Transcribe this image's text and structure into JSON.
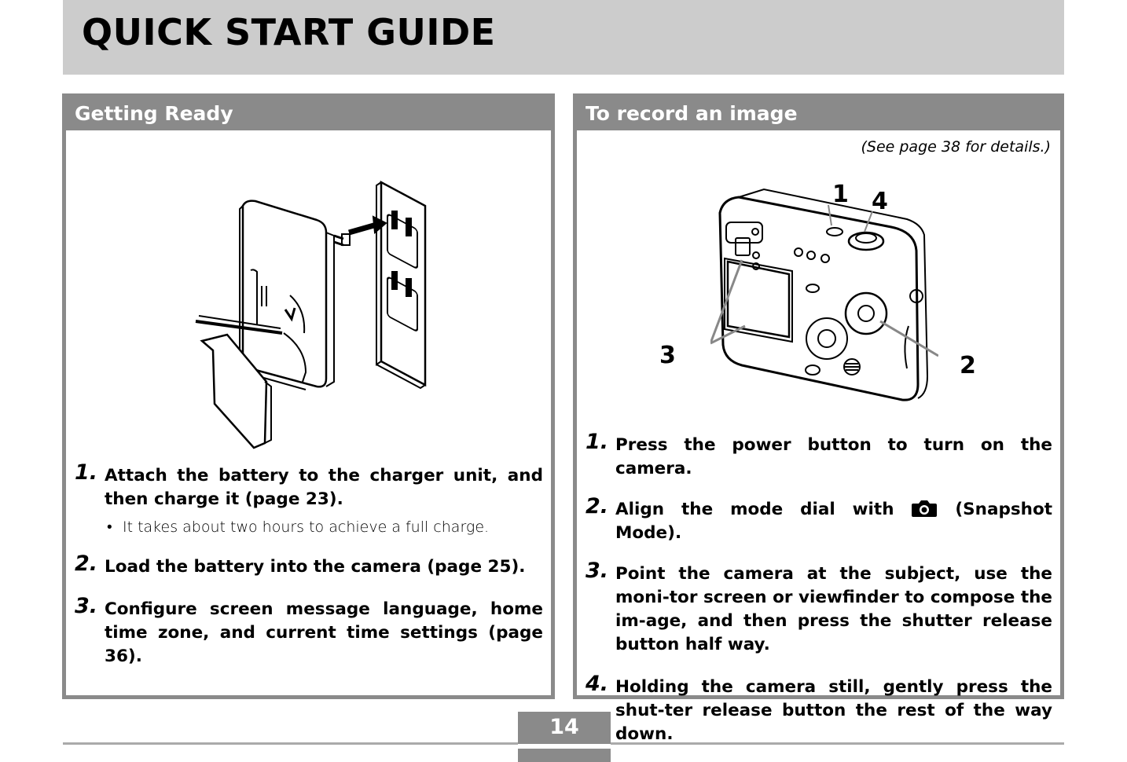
{
  "title": "QUICK START GUIDE",
  "left_panel": {
    "header": "Getting Ready",
    "steps": [
      {
        "num": "1.",
        "text": "Attach the battery to the charger unit, and then charge it (page 23).",
        "note": "It takes about two hours to achieve a full charge."
      },
      {
        "num": "2.",
        "text": "Load the battery into the camera (page 25)."
      },
      {
        "num": "3.",
        "text": "Configure screen message language, home time zone, and current time settings (page 36)."
      }
    ]
  },
  "right_panel": {
    "header": "To record an image",
    "see_page": "(See page 38 for details.)",
    "callouts": [
      "1",
      "4",
      "3",
      "2"
    ],
    "steps": [
      {
        "num": "1.",
        "text": "Press the power button to turn on the camera."
      },
      {
        "num": "2.",
        "text_before": "Align the mode dial with ",
        "text_after": " (Snapshot Mode).",
        "icon": "camera-icon"
      },
      {
        "num": "3.",
        "text": "Point the camera at the subject, use the moni-tor screen or viewfinder to compose the im-age, and then press the shutter release button half way."
      },
      {
        "num": "4.",
        "text": "Holding the camera still, gently press the shut-ter release button the rest of the way down."
      }
    ]
  },
  "page_number": "14"
}
